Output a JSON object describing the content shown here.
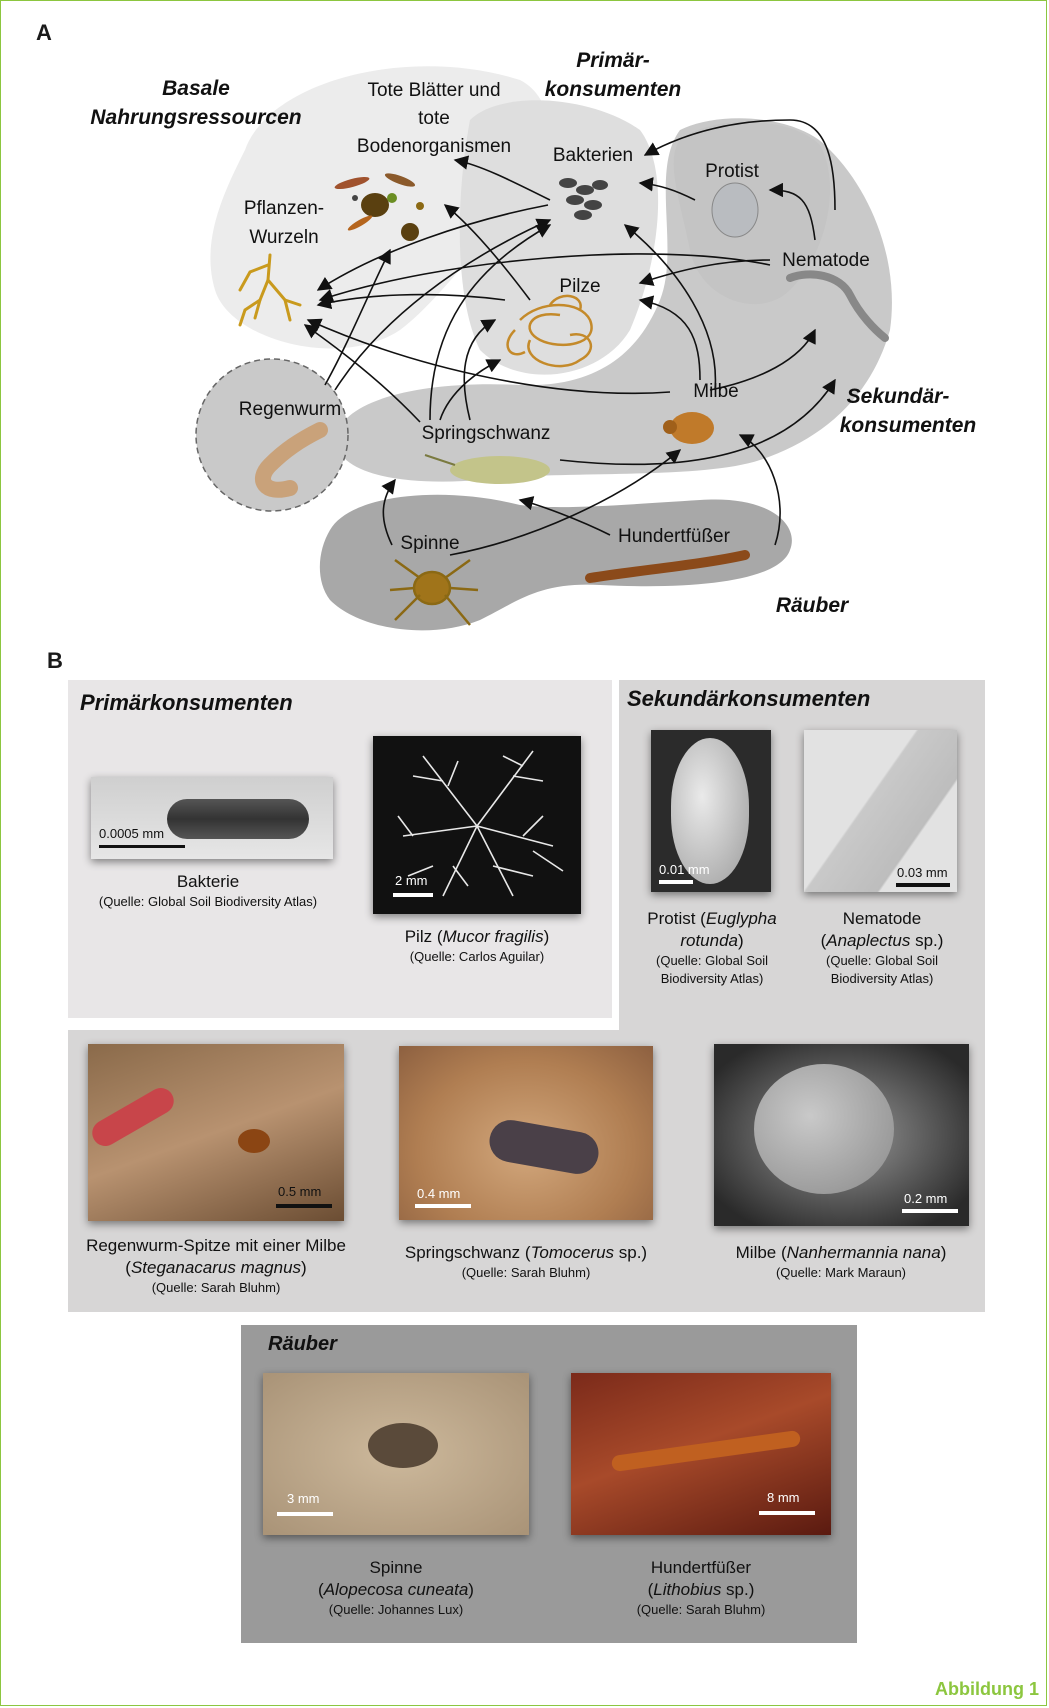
{
  "panels": {
    "a": "A",
    "b": "B"
  },
  "web": {
    "groups": {
      "basal": "Basale Nahrungsressourcen",
      "basal_l1": "Basale",
      "basal_l2": "Nahrungsressourcen",
      "primary_l1": "Primär-",
      "primary_l2": "konsumenten",
      "secondary_l1": "Sekundär-",
      "secondary_l2": "konsumenten",
      "predators": "Räuber"
    },
    "nodes": {
      "dead_l1": "Tote Blätter und",
      "dead_l2": "tote",
      "dead_l3": "Bodenorganismen",
      "roots_l1": "Pflanzen-",
      "roots_l2": "Wurzeln",
      "bacteria": "Bakterien",
      "fungi": "Pilze",
      "protist": "Protist",
      "nematode": "Nematode",
      "mite": "Milbe",
      "earthworm": "Regenwurm",
      "springtail": "Springschwanz",
      "spider": "Spinne",
      "centipede": "Hundertfüßer"
    }
  },
  "gallery": {
    "primary": {
      "title": "Primärkonsumenten",
      "bacteria": {
        "scale": "0.0005 mm",
        "name": "Bakterie",
        "source": "(Quelle: Global Soil Biodiversity Atlas)"
      },
      "fungus": {
        "scale": "2 mm",
        "name_pre": "Pilz (",
        "name_sci": "Mucor fragilis",
        "name_post": ")",
        "source": "(Quelle: Carlos Aguilar)"
      }
    },
    "secondary": {
      "title": "Sekundärkonsumenten",
      "protist": {
        "scale": "0.01 mm",
        "name_pre": "Protist (",
        "name_sci1": "Euglypha",
        "name_sci2": "rotunda",
        "name_post": ")",
        "source1": "(Quelle: Global Soil",
        "source2": "Biodiversity Atlas)"
      },
      "nematode": {
        "scale": "0.03 mm",
        "name1": "Nematode",
        "name_pre": "(",
        "name_sci": "Anaplectus",
        "name_post": " sp.)",
        "source1": "(Quelle: Global Soil",
        "source2": "Biodiversity Atlas)"
      },
      "earthworm": {
        "scale": "0.5 mm",
        "name1": "Regenwurm-Spitze mit einer Milbe",
        "name_pre": "(",
        "name_sci": "Steganacarus magnus",
        "name_post": ")",
        "source": "(Quelle: Sarah Bluhm)"
      },
      "springtail": {
        "scale": "0.4 mm",
        "name_pre": "Springschwanz (",
        "name_sci": "Tomocerus",
        "name_post": " sp.)",
        "source": "(Quelle: Sarah Bluhm)"
      },
      "mite": {
        "scale": "0.2 mm",
        "name_pre": "Milbe (",
        "name_sci": "Nanhermannia nana",
        "name_post": ")",
        "source": "(Quelle: Mark Maraun)"
      }
    },
    "predators": {
      "title": "Räuber",
      "spider": {
        "scale": "3 mm",
        "name1": "Spinne",
        "name_pre": "(",
        "name_sci": "Alopecosa cuneata",
        "name_post": ")",
        "source": "(Quelle: Johannes Lux)"
      },
      "centipede": {
        "scale": "8 mm",
        "name1": "Hundertfüßer",
        "name_pre": "(",
        "name_sci": "Lithobius",
        "name_post": " sp.)",
        "source": "(Quelle: Sarah Bluhm)"
      }
    }
  },
  "footer": "Abbildung 1",
  "colors": {
    "accent": "#8cc63f",
    "box_light": "#e8e6e7",
    "box_mid": "#d7d6d6",
    "box_dark": "#9a9a9a",
    "blob_light": "#ececec",
    "blob_mid": "#dcdcdc",
    "blob_dark": "#c4c4c4"
  }
}
